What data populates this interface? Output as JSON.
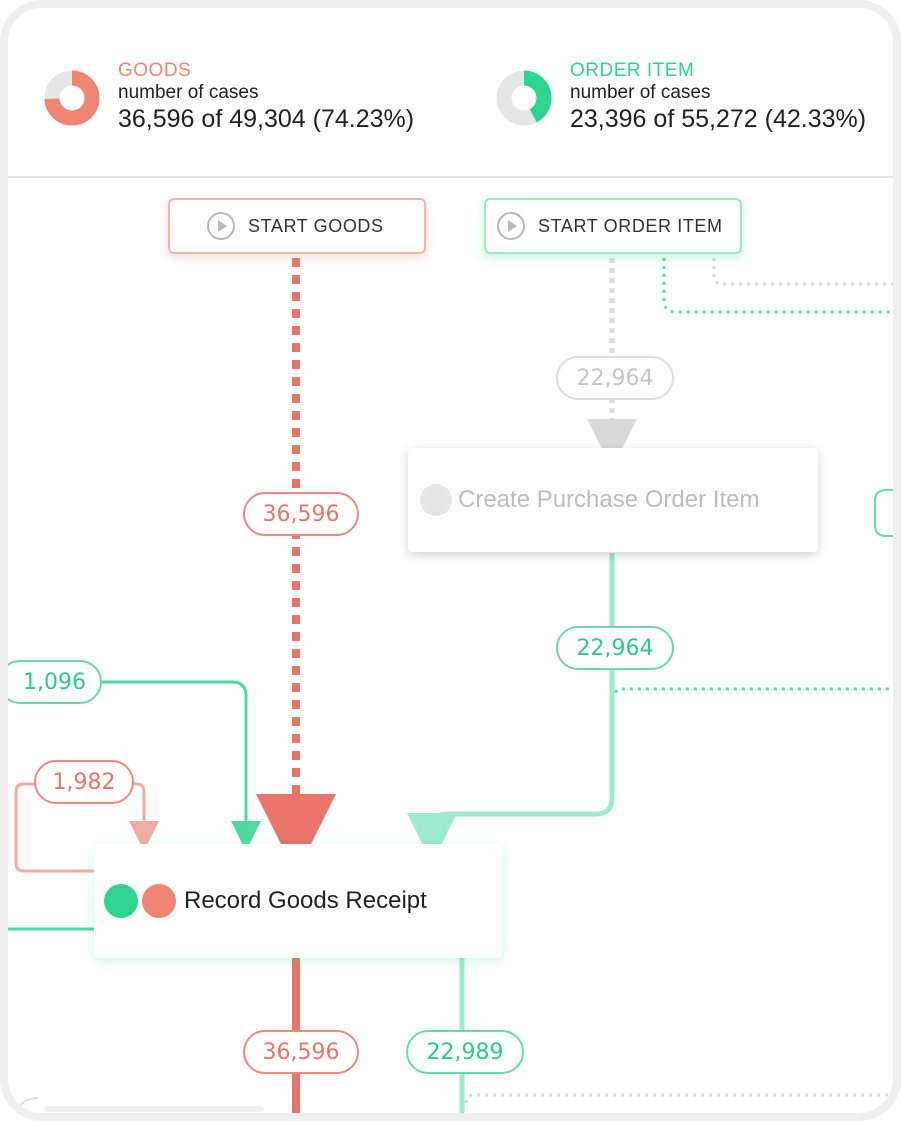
{
  "kpis": [
    {
      "name": "GOODS",
      "subtitle": "number of cases",
      "value": "36,596 of 49,304 (74.23%)",
      "fraction": 0.7423,
      "color": "#f08576"
    },
    {
      "name": "ORDER ITEM",
      "subtitle": "number of cases",
      "value": "23,396 of 55,272 (42.33%)",
      "fraction": 0.4233,
      "color": "#2ed48f"
    }
  ],
  "start_nodes": {
    "goods": "START GOODS",
    "order_item": "START ORDER ITEM"
  },
  "activities": {
    "create_po_item": "Create Purchase Order Item",
    "record_goods_receipt": "Record Goods Receipt"
  },
  "edge_labels": {
    "start_order_to_create": "22,964",
    "start_goods_to_record": "36,596",
    "create_to_record": "22,964",
    "left_teal_in": "1,096",
    "self_loop": "1,982",
    "record_goods_out": "36,596",
    "record_order_out": "22,989"
  },
  "colors": {
    "goods": "#f08576",
    "order_item": "#2ed48f",
    "inactive": "#d0d0d0"
  }
}
